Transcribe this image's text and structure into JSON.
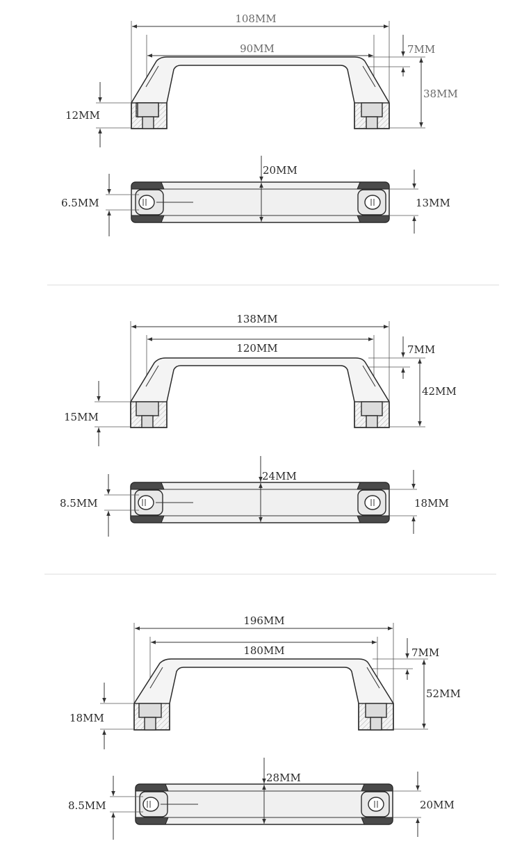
{
  "drawings": [
    {
      "id": "handle-90",
      "side_view": {
        "overall_length": "108MM",
        "hole_spacing": "90MM",
        "offset": "7MM",
        "height": "38MM",
        "leg_height": "12MM"
      },
      "top_view": {
        "width": "20MM",
        "hole_diameter": "6.5MM",
        "bar_width": "13MM"
      }
    },
    {
      "id": "handle-120",
      "side_view": {
        "overall_length": "138MM",
        "hole_spacing": "120MM",
        "offset": "7MM",
        "height": "42MM",
        "leg_height": "15MM"
      },
      "top_view": {
        "width": "24MM",
        "hole_diameter": "8.5MM",
        "bar_width": "18MM"
      }
    },
    {
      "id": "handle-180",
      "side_view": {
        "overall_length": "196MM",
        "hole_spacing": "180MM",
        "offset": "7MM",
        "height": "52MM",
        "leg_height": "18MM"
      },
      "top_view": {
        "width": "28MM",
        "hole_diameter": "8.5MM",
        "bar_width": "20MM"
      }
    }
  ]
}
